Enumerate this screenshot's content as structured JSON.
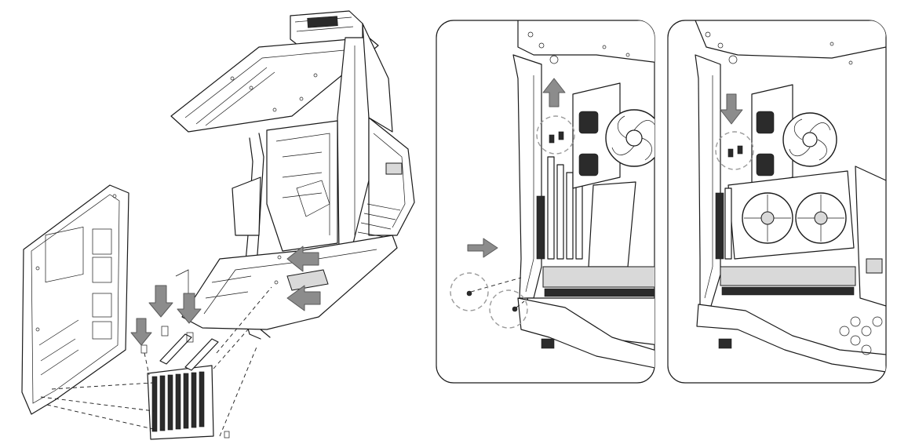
{
  "figure": {
    "panels": [
      {
        "id": "exploded-view",
        "depicts": "case-with-side-panel-and-expansion-slot-bracket-removed"
      },
      {
        "id": "detail-before",
        "depicts": "bracket-screws-removed-and-slide-out"
      },
      {
        "id": "detail-after",
        "depicts": "graphics-cards-installed-and-bracket-slid-back"
      }
    ],
    "arrow_color": "#8c8c8c",
    "line_color": "#1a1a1a",
    "callout_circle_color": "#9a9a9a"
  }
}
